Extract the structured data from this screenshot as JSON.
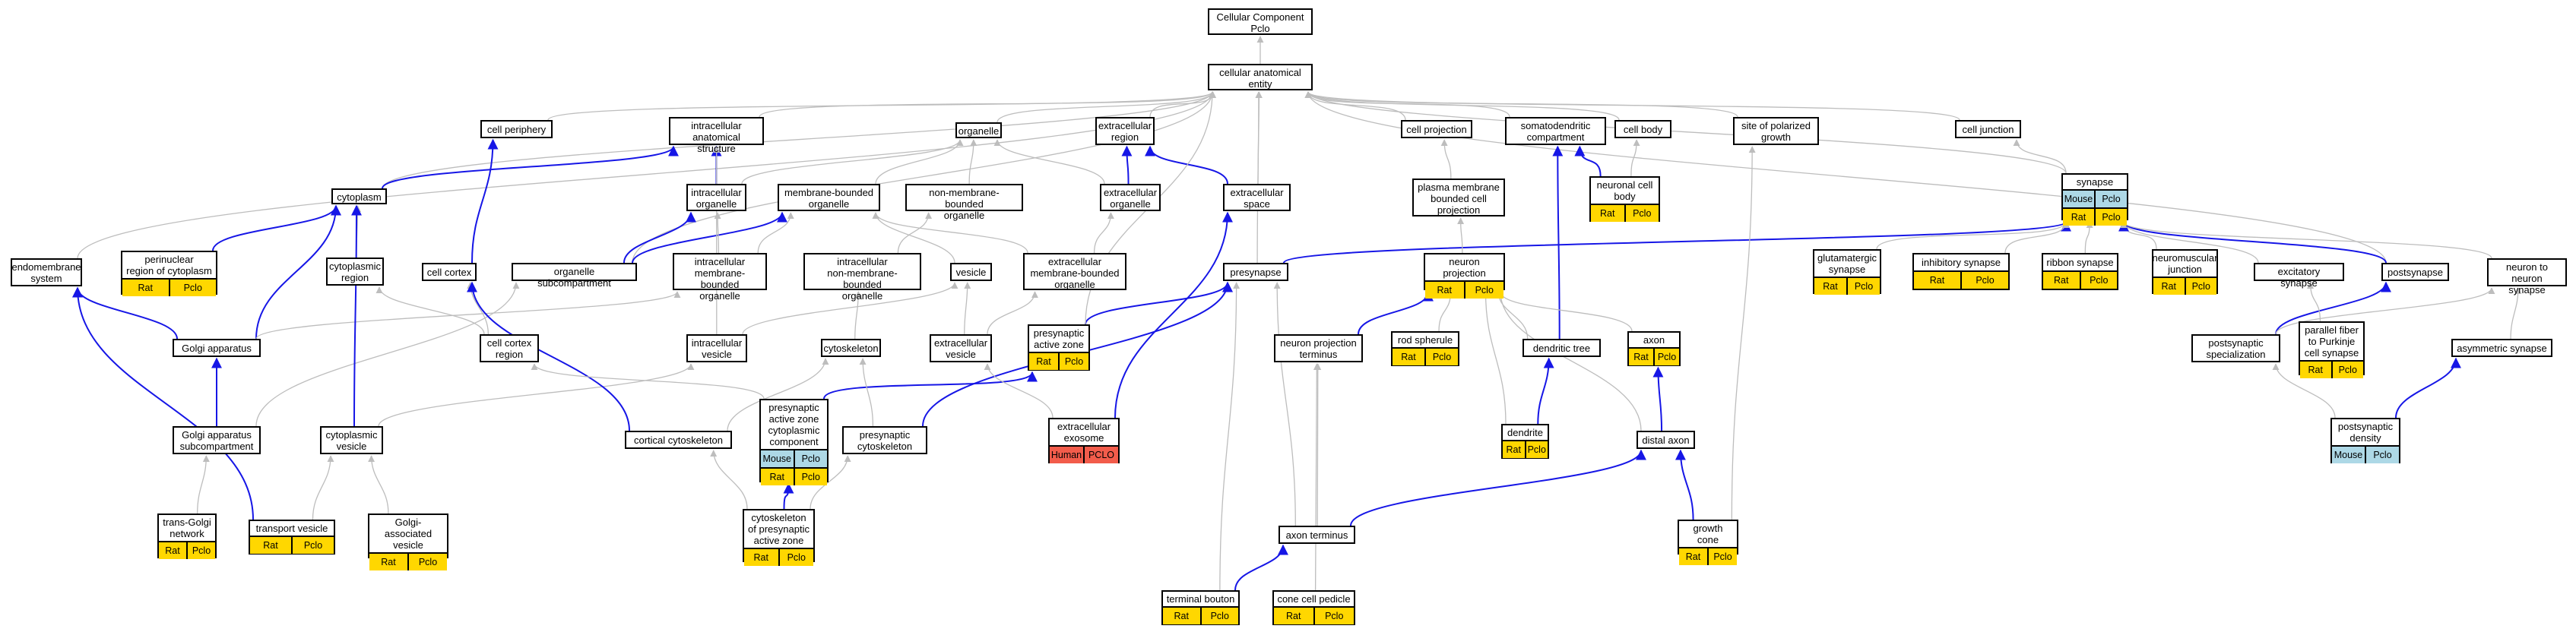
{
  "colors": {
    "rat": "#FFD700",
    "mouse": "#ADD8E6",
    "human": "#F25C4B",
    "edge_isa": "#BDBDBD",
    "edge_partof": "#1616E6"
  },
  "nodes": [
    {
      "id": "root",
      "label": "Cellular Component\nPclo",
      "ann": []
    },
    {
      "id": "cae",
      "label": "cellular anatomical\nentity",
      "ann": []
    },
    {
      "id": "periph",
      "label": "cell periphery",
      "ann": []
    },
    {
      "id": "ias",
      "label": "intracellular\nanatomical structure",
      "ann": []
    },
    {
      "id": "organelle",
      "label": "organelle",
      "ann": []
    },
    {
      "id": "ecr",
      "label": "extracellular\nregion",
      "ann": []
    },
    {
      "id": "cellproj",
      "label": "cell projection",
      "ann": []
    },
    {
      "id": "somato",
      "label": "somatodendritic\ncompartment",
      "ann": []
    },
    {
      "id": "cellbody",
      "label": "cell body",
      "ann": []
    },
    {
      "id": "spg",
      "label": "site of polarized\ngrowth",
      "ann": []
    },
    {
      "id": "junction",
      "label": "cell junction",
      "ann": []
    },
    {
      "id": "cytoplasm",
      "label": "cytoplasm",
      "ann": []
    },
    {
      "id": "intraorg",
      "label": "intracellular\norganelle",
      "ann": []
    },
    {
      "id": "mbo",
      "label": "membrane-bounded\norganelle",
      "ann": []
    },
    {
      "id": "nmbo",
      "label": "non-membrane-bounded\norganelle",
      "ann": []
    },
    {
      "id": "ecorg",
      "label": "extracellular\norganelle",
      "ann": []
    },
    {
      "id": "ecspace",
      "label": "extracellular\nspace",
      "ann": []
    },
    {
      "id": "pmbcp",
      "label": "plasma membrane\nbounded cell\nprojection",
      "ann": []
    },
    {
      "id": "ncb",
      "label": "neuronal cell\nbody",
      "ann": [
        [
          "rat",
          "Rat"
        ],
        [
          "rat",
          "Pclo"
        ]
      ]
    },
    {
      "id": "synapse",
      "label": "synapse",
      "ann": [
        [
          "mouse",
          "Mouse"
        ],
        [
          "mouse",
          "Pclo"
        ]
      ],
      "ann2": [
        [
          "rat",
          "Rat"
        ],
        [
          "rat",
          "Pclo"
        ]
      ]
    },
    {
      "id": "endomem",
      "label": "endomembrane\nsystem",
      "ann": []
    },
    {
      "id": "perinuc",
      "label": "perinuclear\nregion of cytoplasm",
      "ann": [
        [
          "rat",
          "Rat"
        ],
        [
          "rat",
          "Pclo"
        ]
      ]
    },
    {
      "id": "cytreg",
      "label": "cytoplasmic\nregion",
      "ann": []
    },
    {
      "id": "cortex",
      "label": "cell cortex",
      "ann": []
    },
    {
      "id": "osc",
      "label": "organelle subcompartment",
      "ann": []
    },
    {
      "id": "imbo",
      "label": "intracellular\nmembrane-bounded\norganelle",
      "ann": []
    },
    {
      "id": "inmbo",
      "label": "intracellular\nnon-membrane-bounded\norganelle",
      "ann": []
    },
    {
      "id": "vesicle",
      "label": "vesicle",
      "ann": []
    },
    {
      "id": "ecmbo",
      "label": "extracellular\nmembrane-bounded\norganelle",
      "ann": []
    },
    {
      "id": "presyn",
      "label": "presynapse",
      "ann": []
    },
    {
      "id": "nproj",
      "label": "neuron projection",
      "ann": [
        [
          "rat",
          "Rat"
        ],
        [
          "rat",
          "Pclo"
        ]
      ]
    },
    {
      "id": "glut",
      "label": "glutamatergic\nsynapse",
      "ann": [
        [
          "rat",
          "Rat"
        ],
        [
          "rat",
          "Pclo"
        ]
      ]
    },
    {
      "id": "inhib",
      "label": "inhibitory synapse",
      "ann": [
        [
          "rat",
          "Rat"
        ],
        [
          "rat",
          "Pclo"
        ]
      ]
    },
    {
      "id": "ribbon",
      "label": "ribbon synapse",
      "ann": [
        [
          "rat",
          "Rat"
        ],
        [
          "rat",
          "Pclo"
        ]
      ]
    },
    {
      "id": "nmj",
      "label": "neuromuscular\njunction",
      "ann": [
        [
          "rat",
          "Rat"
        ],
        [
          "rat",
          "Pclo"
        ]
      ]
    },
    {
      "id": "excit",
      "label": "excitatory synapse",
      "ann": []
    },
    {
      "id": "postsyn",
      "label": "postsynapse",
      "ann": []
    },
    {
      "id": "n2n",
      "label": "neuron to neuron\nsynapse",
      "ann": []
    },
    {
      "id": "golgi",
      "label": "Golgi apparatus",
      "ann": []
    },
    {
      "id": "ccr",
      "label": "cell cortex\nregion",
      "ann": []
    },
    {
      "id": "iv",
      "label": "intracellular\nvesicle",
      "ann": []
    },
    {
      "id": "cytoskel",
      "label": "cytoskeleton",
      "ann": []
    },
    {
      "id": "ecv",
      "label": "extracellular\nvesicle",
      "ann": []
    },
    {
      "id": "paz",
      "label": "presynaptic\nactive zone",
      "ann": [
        [
          "rat",
          "Rat"
        ],
        [
          "rat",
          "Pclo"
        ]
      ]
    },
    {
      "id": "npt",
      "label": "neuron projection\nterminus",
      "ann": []
    },
    {
      "id": "rod",
      "label": "rod spherule",
      "ann": [
        [
          "rat",
          "Rat"
        ],
        [
          "rat",
          "Pclo"
        ]
      ]
    },
    {
      "id": "dtree",
      "label": "dendritic tree",
      "ann": []
    },
    {
      "id": "axon",
      "label": "axon",
      "ann": [
        [
          "rat",
          "Rat"
        ],
        [
          "rat",
          "Pclo"
        ]
      ]
    },
    {
      "id": "pss",
      "label": "postsynaptic\nspecialization",
      "ann": []
    },
    {
      "id": "pfp",
      "label": "parallel fiber\nto Purkinje\ncell synapse",
      "ann": [
        [
          "rat",
          "Rat"
        ],
        [
          "rat",
          "Pclo"
        ]
      ]
    },
    {
      "id": "asym",
      "label": "asymmetric synapse",
      "ann": []
    },
    {
      "id": "gas",
      "label": "Golgi apparatus\nsubcompartment",
      "ann": []
    },
    {
      "id": "cytves",
      "label": "cytoplasmic\nvesicle",
      "ann": []
    },
    {
      "id": "cortcyto",
      "label": "cortical cytoskeleton",
      "ann": []
    },
    {
      "id": "pazcc",
      "label": "presynaptic\nactive zone\ncytoplasmic\ncomponent",
      "ann": [
        [
          "mouse",
          "Mouse"
        ],
        [
          "mouse",
          "Pclo"
        ]
      ],
      "ann2": [
        [
          "rat",
          "Rat"
        ],
        [
          "rat",
          "Pclo"
        ]
      ]
    },
    {
      "id": "pcyto",
      "label": "presynaptic\ncytoskeleton",
      "ann": []
    },
    {
      "id": "exo",
      "label": "extracellular\nexosome",
      "ann": [
        [
          "human",
          "Human"
        ],
        [
          "human",
          "PCLO"
        ]
      ]
    },
    {
      "id": "dendrite",
      "label": "dendrite",
      "ann": [
        [
          "rat",
          "Rat"
        ],
        [
          "rat",
          "Pclo"
        ]
      ]
    },
    {
      "id": "distal",
      "label": "distal axon",
      "ann": []
    },
    {
      "id": "psd",
      "label": "postsynaptic\ndensity",
      "ann": [
        [
          "mouse",
          "Mouse"
        ],
        [
          "mouse",
          "Pclo"
        ]
      ]
    },
    {
      "id": "tgn",
      "label": "trans-Golgi\nnetwork",
      "ann": [
        [
          "rat",
          "Rat"
        ],
        [
          "rat",
          "Pclo"
        ]
      ]
    },
    {
      "id": "tv",
      "label": "transport vesicle",
      "ann": [
        [
          "rat",
          "Rat"
        ],
        [
          "rat",
          "Pclo"
        ]
      ]
    },
    {
      "id": "gav",
      "label": "Golgi-associated\nvesicle",
      "ann": [
        [
          "rat",
          "Rat"
        ],
        [
          "rat",
          "Pclo"
        ]
      ]
    },
    {
      "id": "cytopaz",
      "label": "cytoskeleton\nof presynaptic\nactive zone",
      "ann": [
        [
          "rat",
          "Rat"
        ],
        [
          "rat",
          "Pclo"
        ]
      ]
    },
    {
      "id": "aterm",
      "label": "axon terminus",
      "ann": []
    },
    {
      "id": "gcone",
      "label": "growth cone",
      "ann": [
        [
          "rat",
          "Rat"
        ],
        [
          "rat",
          "Pclo"
        ]
      ]
    },
    {
      "id": "tbouton",
      "label": "terminal bouton",
      "ann": [
        [
          "rat",
          "Rat"
        ],
        [
          "rat",
          "Pclo"
        ]
      ]
    },
    {
      "id": "ccp",
      "label": "cone cell pedicle",
      "ann": [
        [
          "rat",
          "Rat"
        ],
        [
          "rat",
          "Pclo"
        ]
      ]
    }
  ],
  "edges": [
    [
      "cae",
      "root",
      "isa"
    ],
    [
      "periph",
      "cae",
      "isa"
    ],
    [
      "ias",
      "cae",
      "isa"
    ],
    [
      "organelle",
      "cae",
      "isa"
    ],
    [
      "ecr",
      "cae",
      "isa"
    ],
    [
      "cellproj",
      "cae",
      "isa"
    ],
    [
      "somato",
      "cae",
      "isa"
    ],
    [
      "cellbody",
      "cae",
      "isa"
    ],
    [
      "spg",
      "cae",
      "isa"
    ],
    [
      "junction",
      "cae",
      "isa"
    ],
    [
      "endomem",
      "cae",
      "isa"
    ],
    [
      "cytoplasm",
      "cae",
      "isa"
    ],
    [
      "ecspace",
      "cae",
      "isa"
    ],
    [
      "presyn",
      "cae",
      "isa"
    ],
    [
      "postsyn",
      "cae",
      "isa"
    ],
    [
      "osc",
      "cae",
      "isa"
    ],
    [
      "synapse",
      "cae",
      "isa"
    ],
    [
      "cytoplasm",
      "ias",
      "part"
    ],
    [
      "intraorg",
      "ias",
      "part"
    ],
    [
      "intraorg",
      "organelle",
      "isa"
    ],
    [
      "mbo",
      "organelle",
      "isa"
    ],
    [
      "nmbo",
      "organelle",
      "isa"
    ],
    [
      "ecorg",
      "organelle",
      "isa"
    ],
    [
      "ecorg",
      "ecr",
      "part"
    ],
    [
      "ecspace",
      "ecr",
      "part"
    ],
    [
      "pmbcp",
      "cellproj",
      "isa"
    ],
    [
      "ncb",
      "somato",
      "part"
    ],
    [
      "ncb",
      "cellbody",
      "isa"
    ],
    [
      "synapse",
      "junction",
      "isa"
    ],
    [
      "perinuc",
      "cytoplasm",
      "part"
    ],
    [
      "cytreg",
      "cytoplasm",
      "isa"
    ],
    [
      "cortex",
      "periph",
      "part"
    ],
    [
      "osc",
      "intraorg",
      "part"
    ],
    [
      "osc",
      "mbo",
      "part"
    ],
    [
      "imbo",
      "intraorg",
      "isa"
    ],
    [
      "imbo",
      "mbo",
      "isa"
    ],
    [
      "inmbo",
      "nmbo",
      "isa"
    ],
    [
      "vesicle",
      "mbo",
      "isa"
    ],
    [
      "ecmbo",
      "ecorg",
      "isa"
    ],
    [
      "ecmbo",
      "mbo",
      "isa"
    ],
    [
      "presyn",
      "synapse",
      "part"
    ],
    [
      "nproj",
      "pmbcp",
      "isa"
    ],
    [
      "glut",
      "synapse",
      "isa"
    ],
    [
      "inhib",
      "synapse",
      "isa"
    ],
    [
      "ribbon",
      "synapse",
      "isa"
    ],
    [
      "nmj",
      "synapse",
      "isa"
    ],
    [
      "excit",
      "synapse",
      "isa"
    ],
    [
      "postsyn",
      "synapse",
      "part"
    ],
    [
      "n2n",
      "synapse",
      "isa"
    ],
    [
      "golgi",
      "endomem",
      "part"
    ],
    [
      "golgi",
      "cytoplasm",
      "part"
    ],
    [
      "golgi",
      "imbo",
      "isa"
    ],
    [
      "ccr",
      "cortex",
      "isa"
    ],
    [
      "ccr",
      "cytreg",
      "isa"
    ],
    [
      "iv",
      "vesicle",
      "isa"
    ],
    [
      "iv",
      "ias",
      "isa"
    ],
    [
      "cytoskel",
      "inmbo",
      "isa"
    ],
    [
      "ecv",
      "vesicle",
      "isa"
    ],
    [
      "ecv",
      "ecmbo",
      "isa"
    ],
    [
      "paz",
      "presyn",
      "part"
    ],
    [
      "paz",
      "cae",
      "isa"
    ],
    [
      "npt",
      "nproj",
      "part"
    ],
    [
      "rod",
      "nproj",
      "isa"
    ],
    [
      "dtree",
      "somato",
      "part"
    ],
    [
      "dtree",
      "nproj",
      "isa"
    ],
    [
      "axon",
      "nproj",
      "isa"
    ],
    [
      "pss",
      "postsyn",
      "part"
    ],
    [
      "pss",
      "n2n",
      "isa"
    ],
    [
      "pfp",
      "excit",
      "isa"
    ],
    [
      "asym",
      "n2n",
      "isa"
    ],
    [
      "gas",
      "golgi",
      "part"
    ],
    [
      "gas",
      "osc",
      "isa"
    ],
    [
      "cytves",
      "cytoplasm",
      "part"
    ],
    [
      "cytves",
      "iv",
      "isa"
    ],
    [
      "cortcyto",
      "cortex",
      "part"
    ],
    [
      "cortcyto",
      "cytoskel",
      "isa"
    ],
    [
      "pazcc",
      "paz",
      "part"
    ],
    [
      "pazcc",
      "ccr",
      "isa"
    ],
    [
      "pcyto",
      "presyn",
      "part"
    ],
    [
      "pcyto",
      "cytoskel",
      "isa"
    ],
    [
      "exo",
      "ecspace",
      "part"
    ],
    [
      "exo",
      "ecv",
      "isa"
    ],
    [
      "dendrite",
      "dtree",
      "part"
    ],
    [
      "dendrite",
      "nproj",
      "isa"
    ],
    [
      "distal",
      "axon",
      "part"
    ],
    [
      "distal",
      "nproj",
      "isa"
    ],
    [
      "psd",
      "asym",
      "part"
    ],
    [
      "psd",
      "pss",
      "isa"
    ],
    [
      "tgn",
      "gas",
      "isa"
    ],
    [
      "tv",
      "endomem",
      "part"
    ],
    [
      "tv",
      "cytves",
      "isa"
    ],
    [
      "gav",
      "cytves",
      "isa"
    ],
    [
      "cytopaz",
      "pazcc",
      "part"
    ],
    [
      "cytopaz",
      "pcyto",
      "isa"
    ],
    [
      "cytopaz",
      "cortcyto",
      "isa"
    ],
    [
      "aterm",
      "distal",
      "part"
    ],
    [
      "aterm",
      "npt",
      "isa"
    ],
    [
      "aterm",
      "presyn",
      "isa"
    ],
    [
      "gcone",
      "distal",
      "part"
    ],
    [
      "gcone",
      "spg",
      "isa"
    ],
    [
      "tbouton",
      "aterm",
      "part"
    ],
    [
      "tbouton",
      "presyn",
      "isa"
    ],
    [
      "ccp",
      "npt",
      "isa"
    ]
  ]
}
